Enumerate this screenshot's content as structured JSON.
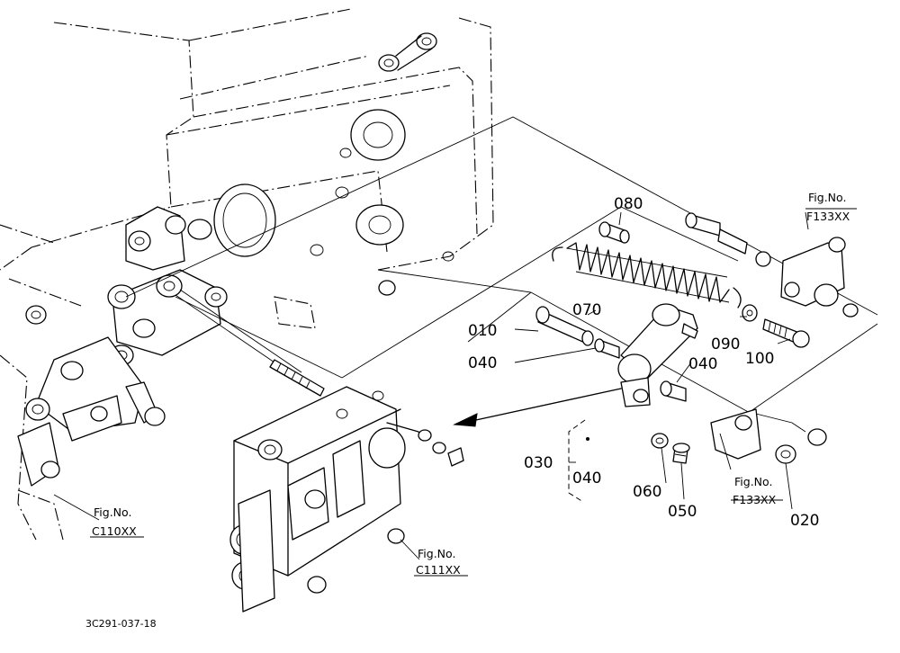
{
  "parts": {
    "p010": "010",
    "p020": "020",
    "p030": "030",
    "p040a": "040",
    "p040b": "040",
    "p040c": "040",
    "p050": "050",
    "p060": "060",
    "p070": "070",
    "p080": "080",
    "p090": "090",
    "p100": "100"
  },
  "refs": {
    "fig_prefix": "Fig.No.",
    "c110": "C110XX",
    "c111": "C111XX",
    "f133_top": "F133XX",
    "f133_bottom": "F133XX"
  },
  "drawing_code": "3C291-037-18"
}
